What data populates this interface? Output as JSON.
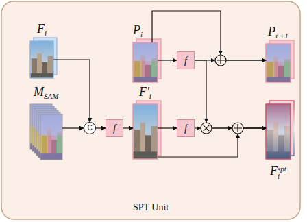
{
  "diagram": {
    "nodes": [
      {
        "text": [
          "SPT Unit"
        ]
      },
      {
        "text": [
          "F",
          "i"
        ],
        "in": 0
      },
      {
        "text": [
          "P",
          "i"
        ],
        "in": 0
      },
      {
        "text": [
          "P",
          "i +1"
        ],
        "in": 0
      },
      {
        "text": [
          "M",
          "SAM"
        ],
        "in": 0
      },
      {
        "text": [
          "C"
        ],
        "in": 0
      },
      {
        "text": [
          "f"
        ],
        "in": 0
      },
      {
        "text": [
          "F'",
          "i"
        ],
        "in": 0
      },
      {
        "text": [
          "f"
        ],
        "in": 0
      },
      {
        "text": [
          "f"
        ],
        "in": 0
      },
      {
        "text": [
          "F",
          "spt",
          "i"
        ],
        "in": 0
      }
    ],
    "edges": [
      {
        "from": 1,
        "to": 5,
        "arrow": "to"
      },
      {
        "from": 4,
        "to": 5,
        "arrow": "to"
      },
      {
        "from": 5,
        "to": 6,
        "arrow": "to"
      },
      {
        "from": 6,
        "to": 7,
        "arrow": "to"
      },
      {
        "from": 2,
        "to": 8,
        "arrow": "to"
      },
      {
        "from": 2,
        "to": 3,
        "arrow": "to"
      },
      {
        "from": 8,
        "to": 3,
        "arrow": "to"
      },
      {
        "from": 7,
        "to": 9,
        "arrow": "to"
      },
      {
        "from": 9,
        "to": 10,
        "arrow": "to"
      },
      {
        "from": 8,
        "to": 10,
        "arrow": "to"
      },
      {
        "from": 7,
        "to": 10,
        "arrow": "to"
      }
    ]
  }
}
